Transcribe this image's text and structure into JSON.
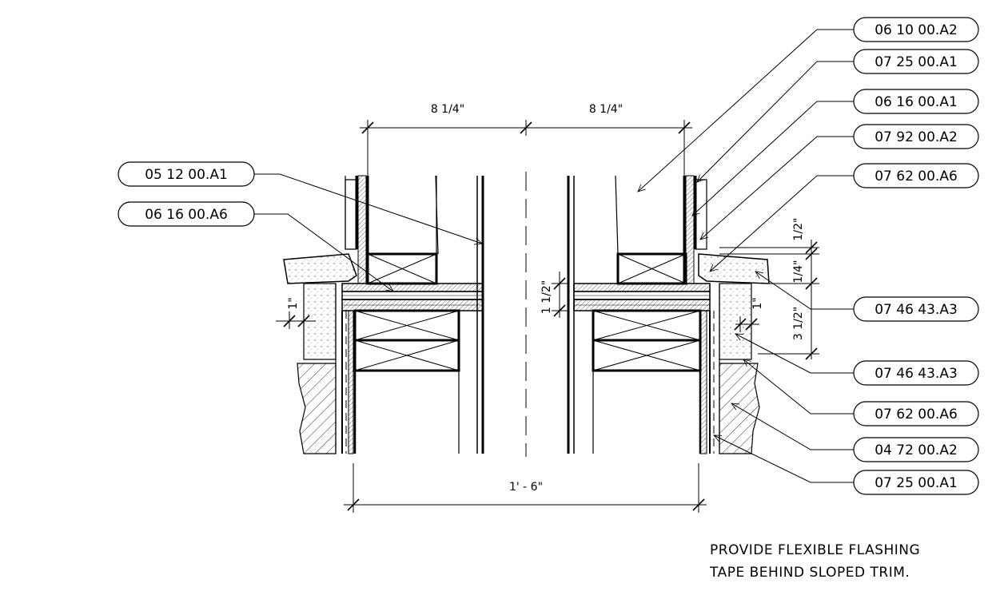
{
  "tags_right": [
    "06 10 00.A2",
    "07 25 00.A1",
    "06 16 00.A1",
    "07 92 00.A2",
    "07 62 00.A6",
    "07 46 43.A3",
    "07 46 43.A3",
    "07 62 00.A6",
    "04 72 00.A2",
    "07 25 00.A1"
  ],
  "tags_left": [
    "05 12 00.A1",
    "06 16 00.A6"
  ],
  "dimensions": {
    "top_left": "8 1/4\"",
    "top_right": "8 1/4\"",
    "overall": "1' - 6\"",
    "center_vertical": "1 1/2\"",
    "left_horizontal": "1\"",
    "right_horizontal": "1\"",
    "right_top": "1/2\"",
    "right_mid": "1/4\"",
    "right_bottom": "3 1/2\""
  },
  "note": {
    "line1": "PROVIDE FLEXIBLE FLASHING",
    "line2": "TAPE BEHIND SLOPED TRIM."
  }
}
